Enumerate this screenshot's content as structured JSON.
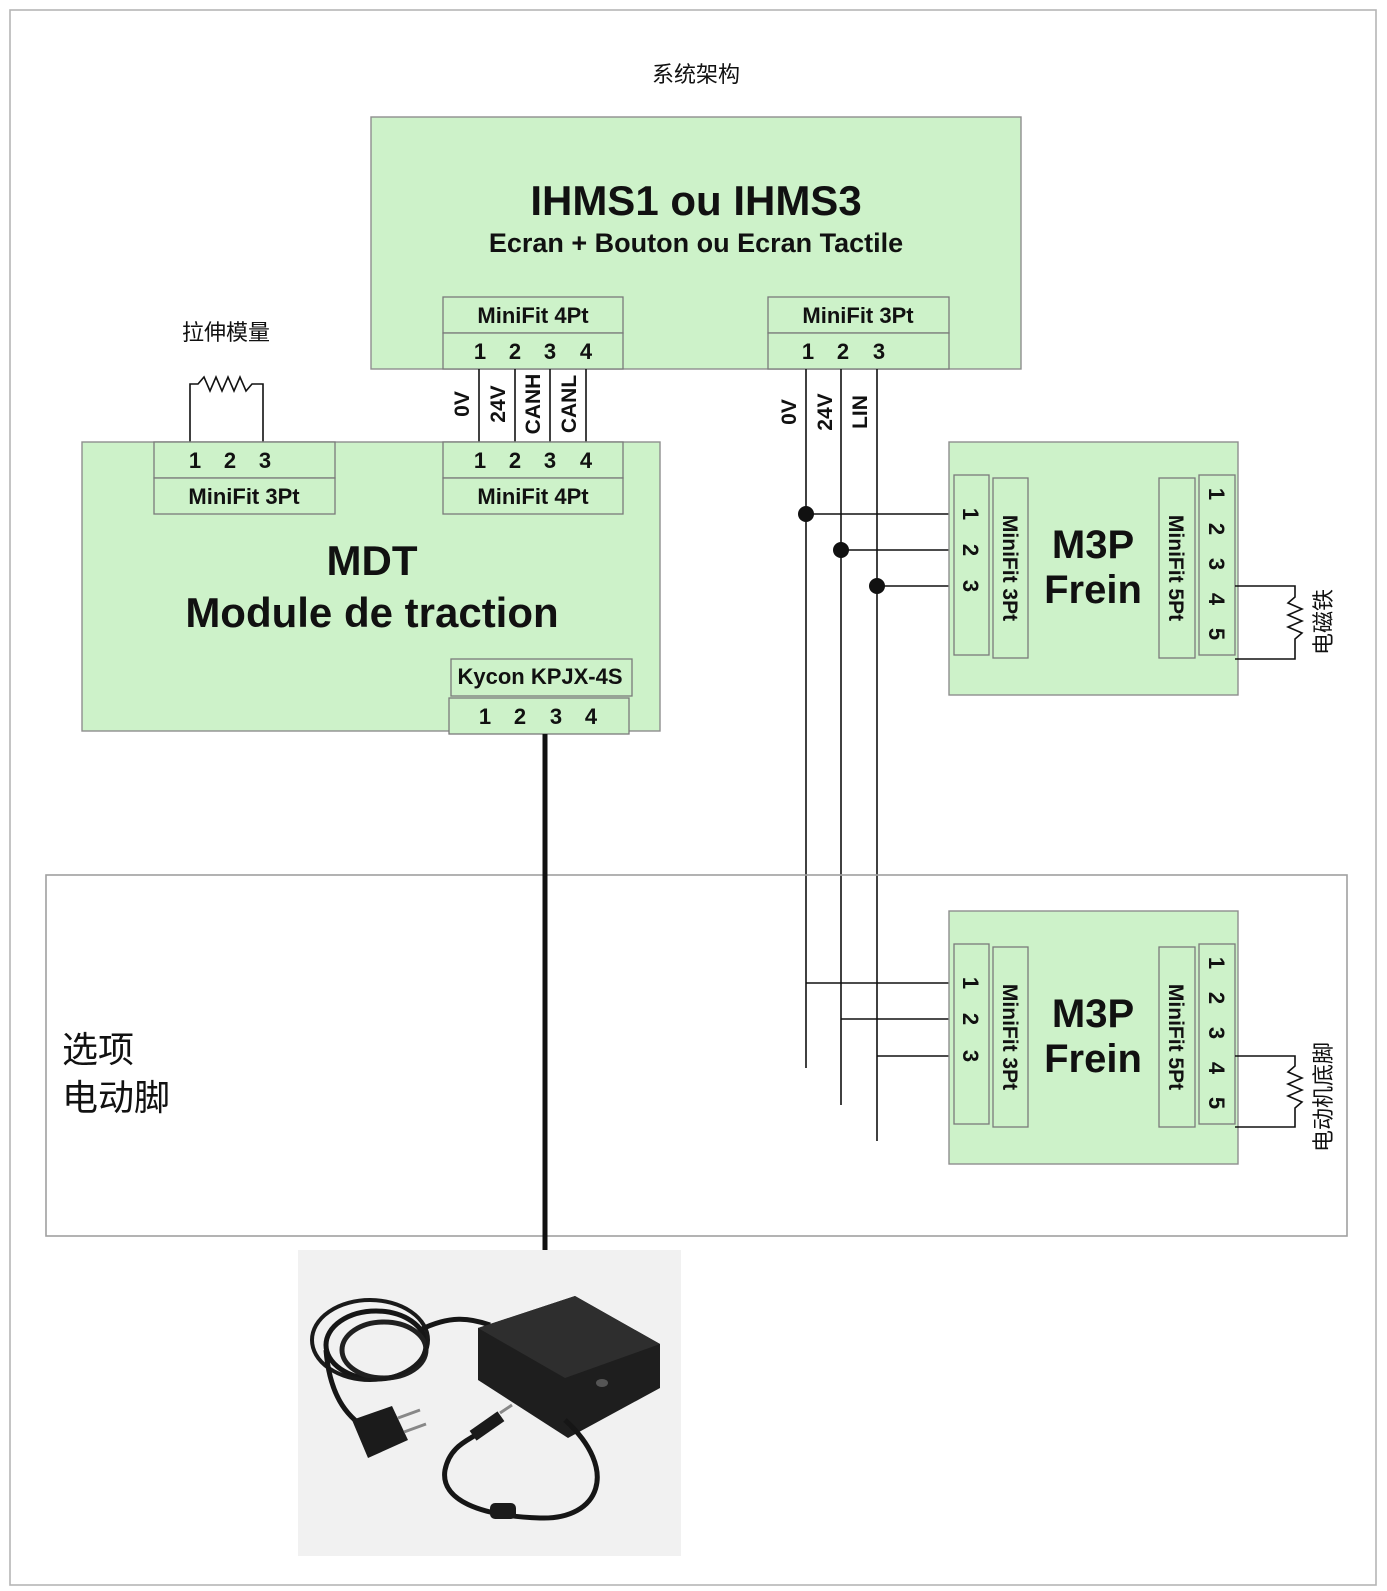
{
  "title": "系统架构",
  "ihms": {
    "title": "IHMS1 ou IHMS3",
    "subtitle": "Ecran + Bouton ou Ecran Tactile",
    "connector_left": {
      "label": "MiniFit 4Pt",
      "pins": [
        "1",
        "2",
        "3",
        "4"
      ]
    },
    "connector_right": {
      "label": "MiniFit 3Pt",
      "pins": [
        "1",
        "2",
        "3"
      ]
    }
  },
  "can_bus_wires": [
    "0V",
    "24V",
    "CANH",
    "CANL"
  ],
  "lin_bus_wires": [
    "0V",
    "24V",
    "LIN"
  ],
  "resistor_label": "拉伸模量",
  "mdt": {
    "title": "MDT",
    "subtitle": "Module de traction",
    "connector_left": {
      "label": "MiniFit 3Pt",
      "pins": [
        "1",
        "2",
        "3"
      ]
    },
    "connector_right": {
      "label": "MiniFit 4Pt",
      "pins": [
        "1",
        "2",
        "3",
        "4"
      ]
    },
    "connector_bottom": {
      "label": "Kycon KPJX-4S",
      "pins": [
        "1",
        "2",
        "3",
        "4"
      ]
    }
  },
  "m3p_top": {
    "title_line1": "M3P",
    "title_line2": "Frein",
    "connector_left": {
      "label": "MiniFit 3Pt",
      "pins": [
        "1",
        "2",
        "3"
      ]
    },
    "connector_right": {
      "label": "MiniFit 5Pt",
      "pins": [
        "1",
        "2",
        "3",
        "4",
        "5"
      ]
    },
    "load_label": "电磁铁"
  },
  "m3p_bottom": {
    "title_line1": "M3P",
    "title_line2": "Frein",
    "connector_left": {
      "label": "MiniFit 3Pt",
      "pins": [
        "1",
        "2",
        "3"
      ]
    },
    "connector_right": {
      "label": "MiniFit 5Pt",
      "pins": [
        "1",
        "2",
        "3",
        "4",
        "5"
      ]
    },
    "load_label": "电动机底脚"
  },
  "option": {
    "line1": "选项",
    "line2": "电动脚"
  },
  "power_supply_photo": "power-adapter-with-eu-plug"
}
